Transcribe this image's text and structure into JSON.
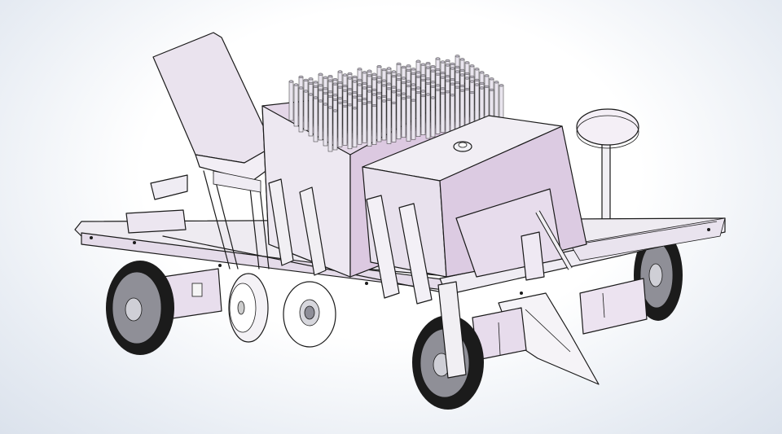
{
  "model": {
    "view": "isometric",
    "palette": {
      "body": "#ebe2ee",
      "body_shade": "#d9c9df",
      "metal": "#f1eff3",
      "tire": "#1b1b1b",
      "hub": "#9a9aa2",
      "outline": "#1a1a1a",
      "background_edge": "#dbe2ec"
    },
    "parts": [
      {
        "name": "seat",
        "icon": "seat-icon"
      },
      {
        "name": "seedling-tray",
        "icon": "tube-rack-icon"
      },
      {
        "name": "fertilizer-box",
        "icon": "box-icon"
      },
      {
        "name": "steering-disk",
        "icon": "disk-icon"
      },
      {
        "name": "frame",
        "icon": "frame-icon"
      },
      {
        "name": "front-wheels",
        "icon": "wheel-icon"
      },
      {
        "name": "rear-wheels",
        "icon": "wheel-icon"
      },
      {
        "name": "press-wheel",
        "icon": "wheel-icon"
      },
      {
        "name": "coulter-disc",
        "icon": "disc-icon"
      },
      {
        "name": "plough-share",
        "icon": "plough-icon"
      },
      {
        "name": "hydraulic-cylinder",
        "icon": "cylinder-icon"
      }
    ]
  }
}
